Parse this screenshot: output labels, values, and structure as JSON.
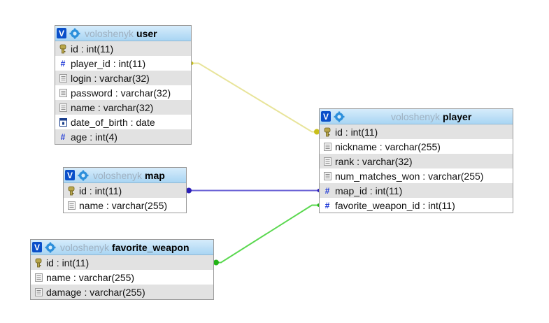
{
  "diagram": {
    "tables": [
      {
        "key": "user",
        "database": "voloshenyk",
        "name": "user",
        "fields": [
          {
            "label": "id : int(11)",
            "icon": "key-icon"
          },
          {
            "label": "player_id : int(11)",
            "icon": "hash-icon"
          },
          {
            "label": "login : varchar(32)",
            "icon": "text-icon"
          },
          {
            "label": "password : varchar(32)",
            "icon": "text-icon"
          },
          {
            "label": "name : varchar(32)",
            "icon": "text-icon"
          },
          {
            "label": "date_of_birth : date",
            "icon": "date-icon"
          },
          {
            "label": "age : int(4)",
            "icon": "hash-icon"
          }
        ]
      },
      {
        "key": "map",
        "database": "voloshenyk",
        "name": "map",
        "fields": [
          {
            "label": "id : int(11)",
            "icon": "key-icon"
          },
          {
            "label": "name : varchar(255)",
            "icon": "text-icon"
          }
        ]
      },
      {
        "key": "favorite_weapon",
        "database": "voloshenyk",
        "name": "favorite_weapon",
        "fields": [
          {
            "label": "id : int(11)",
            "icon": "key-icon"
          },
          {
            "label": "name : varchar(255)",
            "icon": "text-icon"
          },
          {
            "label": "damage : varchar(255)",
            "icon": "text-icon"
          }
        ]
      },
      {
        "key": "player",
        "database": "voloshenyk",
        "name": "player",
        "fields": [
          {
            "label": "id : int(11)",
            "icon": "key-icon"
          },
          {
            "label": "nickname : varchar(255)",
            "icon": "text-icon"
          },
          {
            "label": "rank : varchar(32)",
            "icon": "text-icon"
          },
          {
            "label": "num_matches_won : varchar(255)",
            "icon": "text-icon"
          },
          {
            "label": "map_id : int(11)",
            "icon": "hash-icon"
          },
          {
            "label": "favorite_weapon_id : int(11)",
            "icon": "hash-icon"
          }
        ]
      }
    ],
    "relations": [
      {
        "from": "user.player_id",
        "to": "player.id",
        "color": "#e8e49a",
        "dot": "#c9bf1a"
      },
      {
        "from": "player.map_id",
        "to": "map.id",
        "color": "#6b62d6",
        "dot": "#2b1fb8"
      },
      {
        "from": "player.favorite_weapon_id",
        "to": "favorite_weapon.id",
        "color": "#5ad84f",
        "dot": "#22b315"
      }
    ],
    "colors": {
      "header_top": "#d6ecfb",
      "header_bottom": "#a9d5f3",
      "badge": "#0a4fc9",
      "row_alt": "#e2e2e2",
      "database_text": "#9fb1c1"
    }
  }
}
